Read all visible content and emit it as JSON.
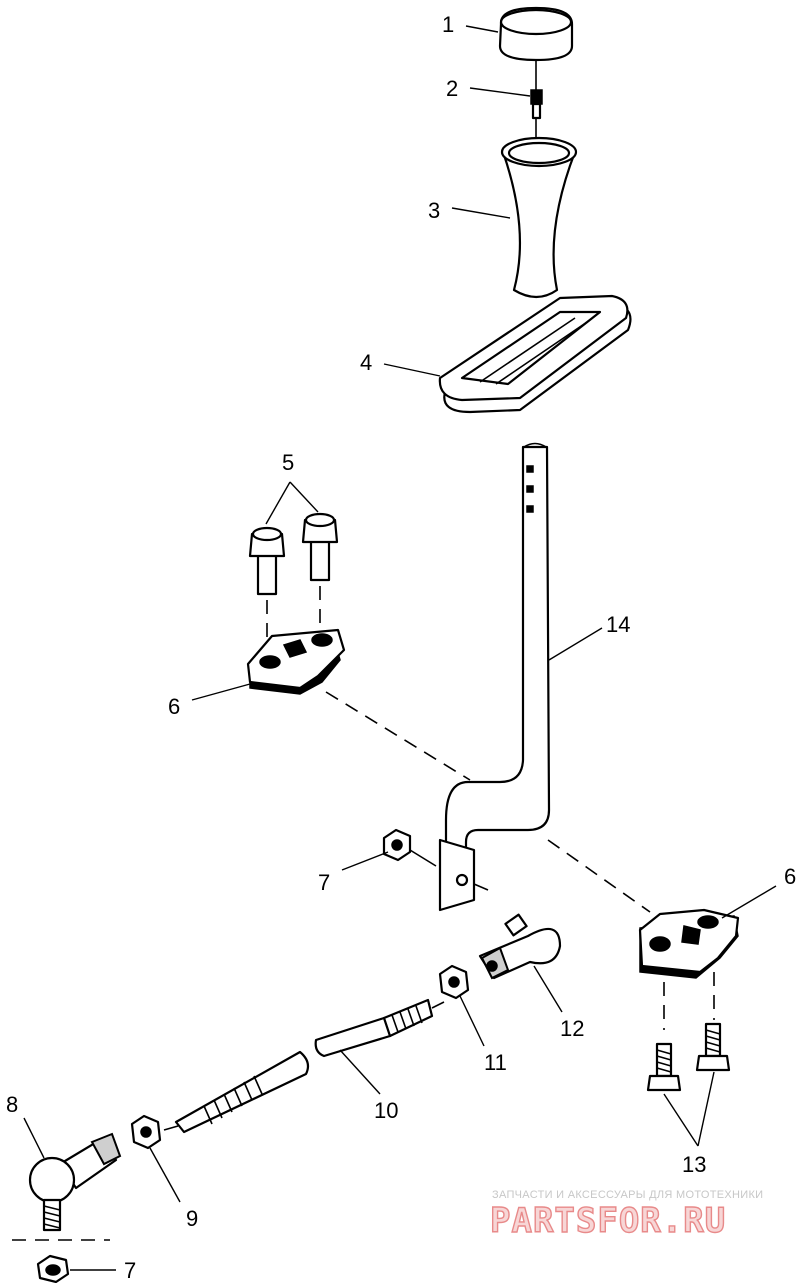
{
  "callouts": {
    "c1": "1",
    "c2": "2",
    "c3": "3",
    "c4": "4",
    "c5": "5",
    "c6a": "6",
    "c6b": "6",
    "c7a": "7",
    "c7b": "7",
    "c8": "8",
    "c9": "9",
    "c10": "10",
    "c11": "11",
    "c12": "12",
    "c13": "13",
    "c14": "14"
  },
  "watermark": {
    "tagline": "ЗАПЧАСТИ И АКСЕССУАРЫ ДЛЯ МОТОТЕХНИКИ",
    "logo": "PARTSFOR.RU"
  }
}
